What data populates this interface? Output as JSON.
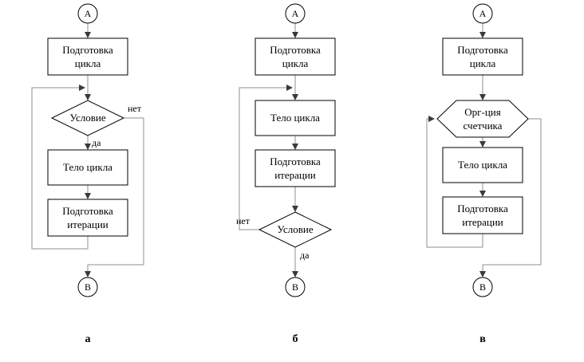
{
  "figure": {
    "background": "#ffffff",
    "shape_stroke": "#000000",
    "connector_color": "#8f8f8f"
  },
  "diagrams": [
    {
      "id": "a",
      "caption": "а",
      "start": "A",
      "end": "B",
      "prep_cycle": {
        "line1": "Подготовка",
        "line2": "цикла"
      },
      "condition": "Условие",
      "no_label": "нет",
      "yes_label": "да",
      "body": "Тело цикла",
      "prep_iter": {
        "line1": "Подготовка",
        "line2": "итерации"
      }
    },
    {
      "id": "b",
      "caption": "б",
      "start": "A",
      "end": "B",
      "prep_cycle": {
        "line1": "Подготовка",
        "line2": "цикла"
      },
      "body": "Тело цикла",
      "prep_iter": {
        "line1": "Подготовка",
        "line2": "итерации"
      },
      "condition": "Условие",
      "no_label": "нет",
      "yes_label": "да"
    },
    {
      "id": "v",
      "caption": "в",
      "start": "A",
      "end": "B",
      "prep_cycle": {
        "line1": "Подготовка",
        "line2": "цикла"
      },
      "counter": {
        "line1": "Орг-ция",
        "line2": "счетчика"
      },
      "body": "Тело цикла",
      "prep_iter": {
        "line1": "Подготовка",
        "line2": "итерации"
      }
    }
  ]
}
